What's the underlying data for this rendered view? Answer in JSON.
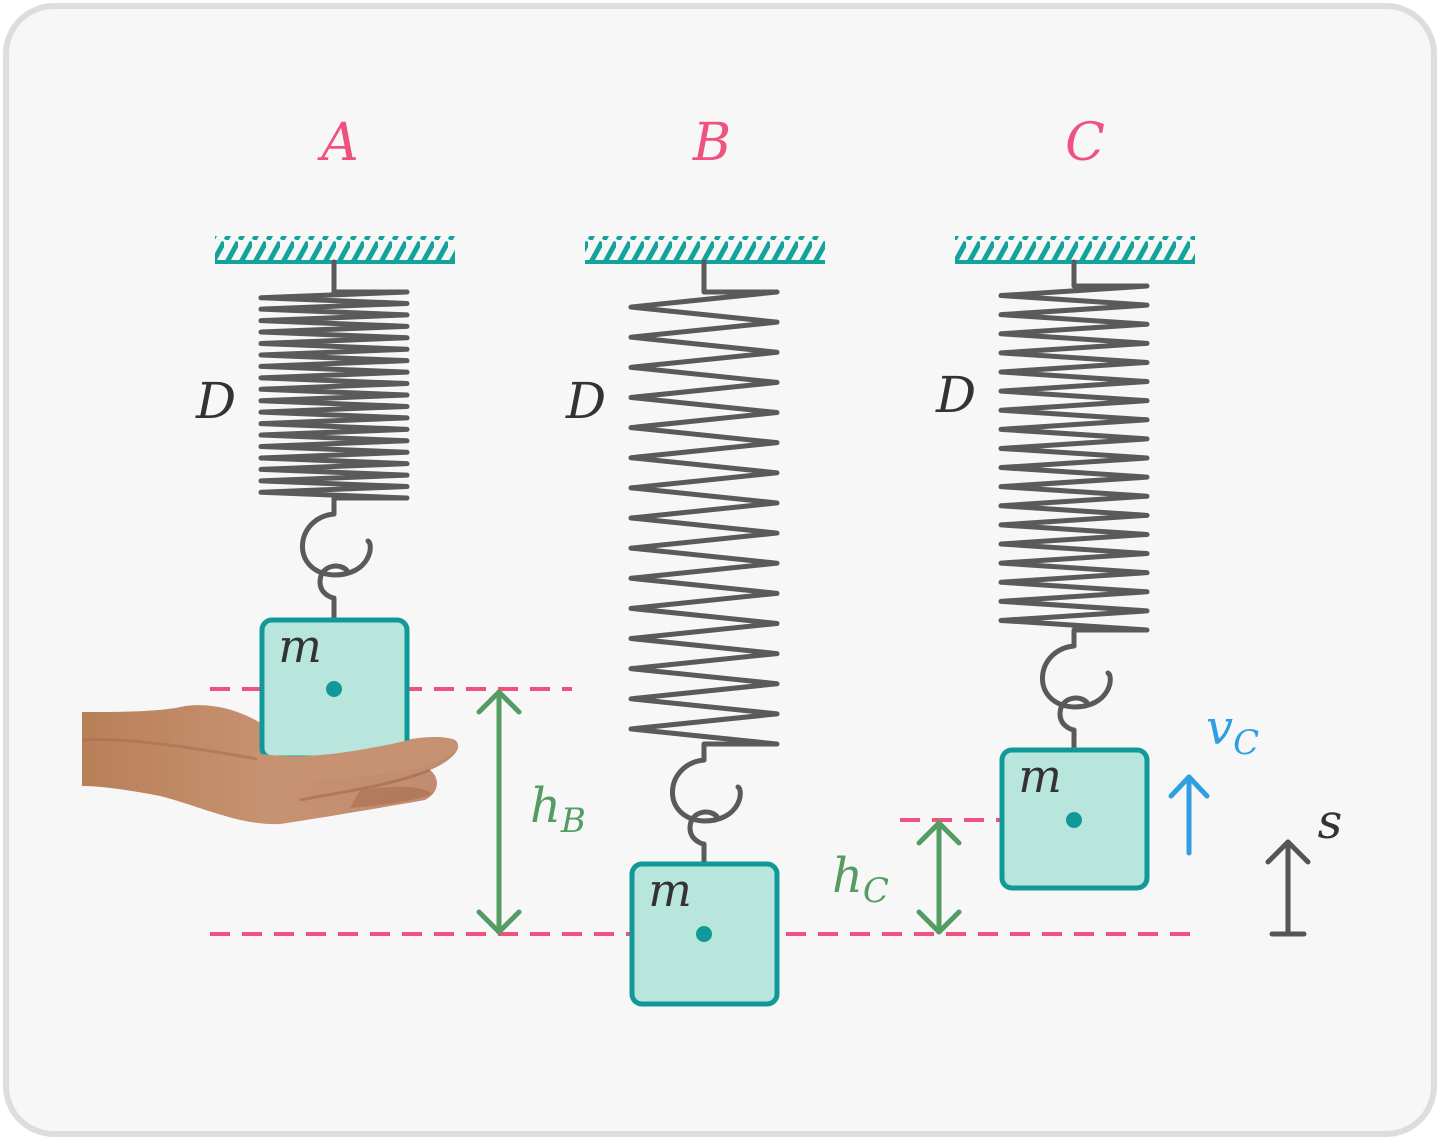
{
  "colors": {
    "background": "#f7f7f8",
    "frame_border": "#dddddd",
    "ceiling": "#14a39a",
    "spring": "#5a5a5a",
    "block_fill": "#b8e6dd",
    "block_border": "#11999a",
    "center_dot": "#11999a",
    "reference_line": "#f0527f",
    "height_arrow": "#559c63",
    "velocity_arrow": "#2f9fe0",
    "displacement_arrow": "#555555",
    "panel_label": "#f0527f",
    "hand_skin": "#c48f6b"
  },
  "panels": [
    {
      "label": "A",
      "spring_label": "D",
      "mass_label": "m"
    },
    {
      "label": "B",
      "spring_label": "D",
      "mass_label": "m"
    },
    {
      "label": "C",
      "spring_label": "D",
      "mass_label": "m"
    }
  ],
  "annotations": {
    "height_B": {
      "symbol": "h",
      "subscript": "B"
    },
    "height_C": {
      "symbol": "h",
      "subscript": "C"
    },
    "velocity_C": {
      "symbol": "v",
      "subscript": "C"
    },
    "displacement": {
      "symbol": "s"
    }
  },
  "icons": {
    "hand": "open-palm-hand-icon",
    "ceiling": "hatched-ceiling-icon",
    "spring": "coil-spring-icon",
    "hook": "hook-icon"
  }
}
